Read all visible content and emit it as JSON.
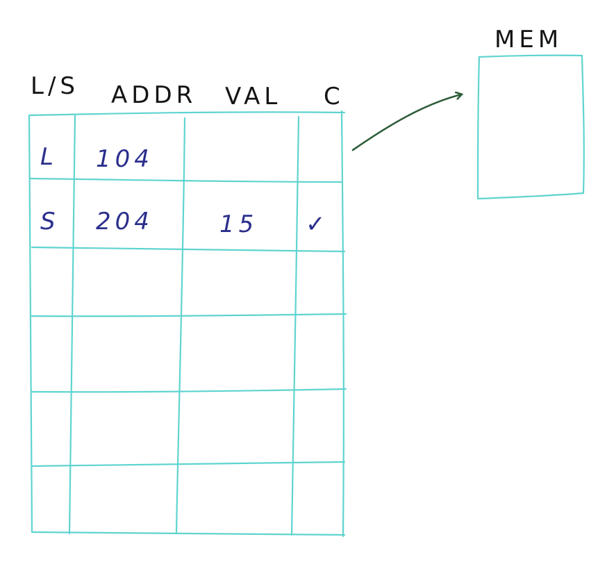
{
  "memory_label": "MEM",
  "headers": {
    "ls": "L/S",
    "addr": "ADDR",
    "val": "VAL",
    "c": "C"
  },
  "rows": [
    {
      "ls": "L",
      "addr": "104",
      "val": "",
      "c": ""
    },
    {
      "ls": "S",
      "addr": "204",
      "val": "15",
      "c": "✓"
    }
  ],
  "colors": {
    "grid": "#5fd4cf",
    "ink_black": "#141414",
    "ink_blue": "#2b2f8c",
    "arrow": "#2f5d3a"
  }
}
